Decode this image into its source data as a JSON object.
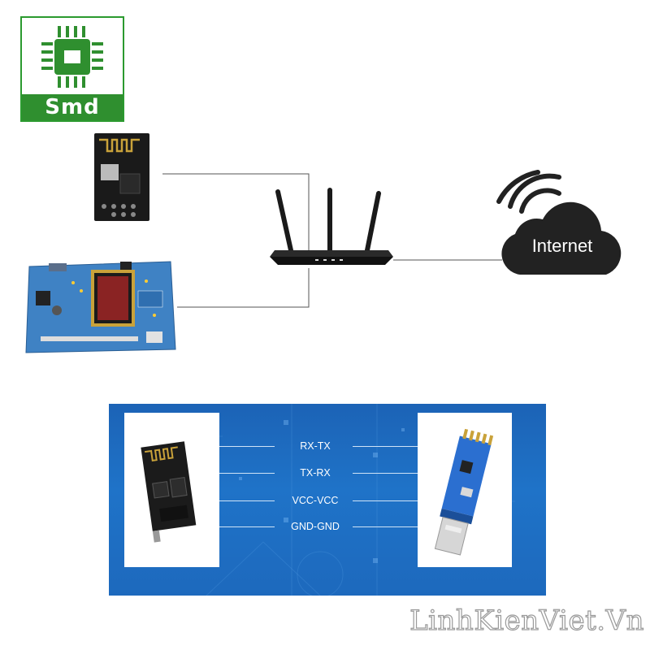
{
  "logo": {
    "text": "Smd",
    "icon": "chip-icon"
  },
  "devices": {
    "esp_module": {
      "icon": "esp8266-module-icon"
    },
    "dev_board": {
      "icon": "development-board-icon"
    },
    "router": {
      "icon": "wifi-router-icon"
    },
    "internet": {
      "label": "Internet",
      "icon": "cloud-icon"
    }
  },
  "connection_panel": {
    "pins": [
      {
        "label": "RX-TX"
      },
      {
        "label": "TX-RX"
      },
      {
        "label": "VCC-VCC"
      },
      {
        "label": "GND-GND"
      }
    ],
    "left_device_icon": "esp01-module-icon",
    "right_device_icon": "usb-ttl-adapter-icon"
  },
  "watermark": "LinhKienViet.Vn",
  "colors": {
    "logo_green": "#2f8f2f",
    "panel_blue": "#1f73c8",
    "cloud": "#222222",
    "line": "#555555"
  }
}
